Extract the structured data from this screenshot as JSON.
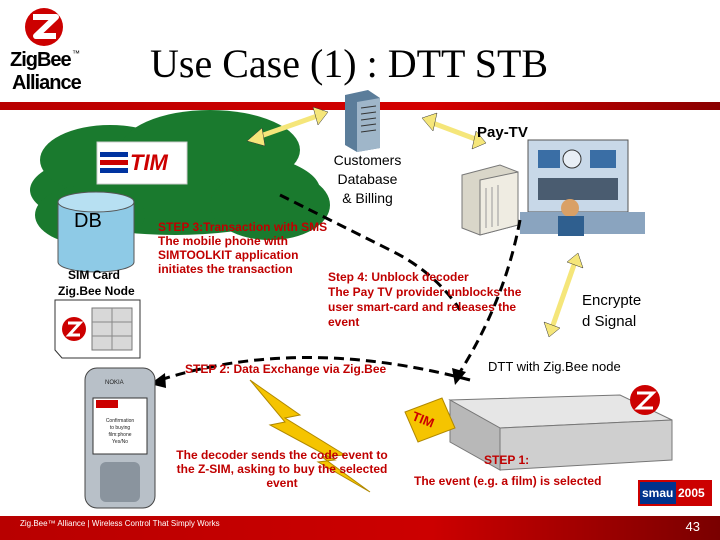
{
  "colors": {
    "accent_red": "#cc0000",
    "title_bar": "#c00000",
    "cloud_green": "#1a7a2e"
  },
  "header": {
    "logo_line1": "ZigBee",
    "logo_line2": "Alliance",
    "logo_tm": "™",
    "title": "Use Case (1) : DTT STB"
  },
  "telco": {
    "brand": "TIM",
    "db_label": "DB",
    "sim_label_1": "SIM Card",
    "sim_label_2": "Zig.Bee Node"
  },
  "server": {
    "label_1": "Customers",
    "label_2": "Database",
    "label_3": "& Billing"
  },
  "paytv": {
    "label": "Pay-TV"
  },
  "steps": {
    "step3_1": "STEP 3:Transaction with SMS",
    "step3_2": "The mobile phone with",
    "step3_3": "SIMTOOLKIT application",
    "step3_4": "initiates the transaction",
    "step4_1": "Step 4: Unblock decoder",
    "step4_2": "The Pay TV provider unblocks the",
    "step4_3": "user smart-card and releases the",
    "step4_4": "event",
    "step2": "STEP 2: Data Exchange via Zig.Bee",
    "decoder_1": "The decoder sends the code event to",
    "decoder_2": "the Z-SIM, asking to buy the selected",
    "decoder_3": "event",
    "step1_title": "STEP 1:",
    "step1_text": "The event (e.g. a film) is selected"
  },
  "signal": {
    "label_1": "Encrypte",
    "label_2": "d Signal"
  },
  "stb": {
    "label": "DTT with Zig.Bee node",
    "card_brand": "TIM"
  },
  "phone": {
    "brand": "NOKIA",
    "screen_1": "Confir­mation",
    "screen_2": "to buying",
    "screen_3": "film:phone",
    "screen_4": "Yes/No"
  },
  "badge": {
    "smau": "smau",
    "year": "2005"
  },
  "footer": {
    "text": "Zig.Bee™ Alliance | Wireless Control That Simply Works",
    "page": "43"
  }
}
